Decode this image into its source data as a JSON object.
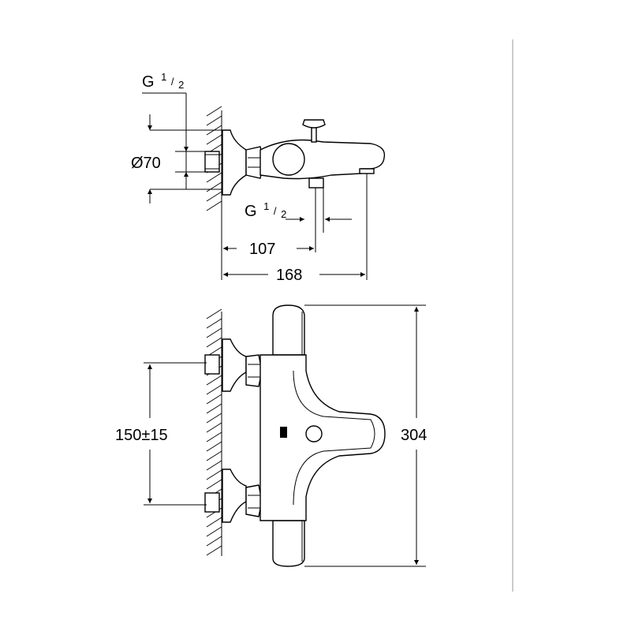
{
  "side_view": {
    "pipe_thread_label": "G",
    "pipe_thread_fraction_num": "1",
    "pipe_thread_fraction_den": "2",
    "rosette_diameter_label": "Ø70",
    "outlet_thread_label": "G",
    "outlet_thread_fraction_num": "1",
    "outlet_thread_fraction_den": "2",
    "outlet_distance_label": "107",
    "spout_projection_label": "168"
  },
  "front_view": {
    "inlet_spacing_label": "150±15",
    "overall_length_label": "304"
  }
}
